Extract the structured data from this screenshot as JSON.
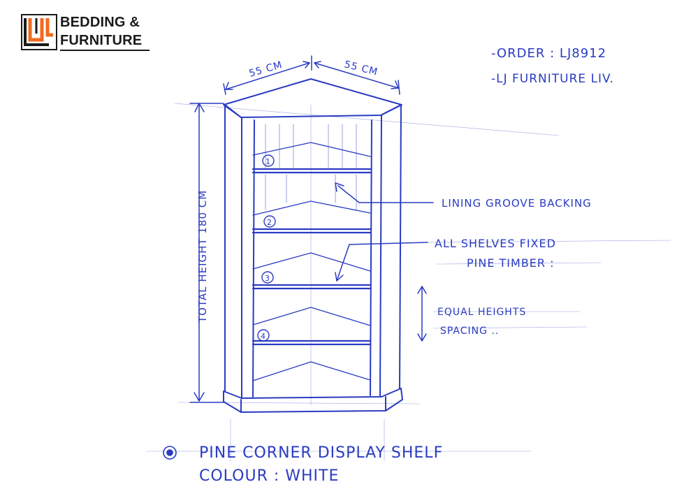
{
  "logo": {
    "line1": "BEDDING &",
    "line2": "FURNITURE",
    "mark_letters": "LJ",
    "colors": {
      "orange": "#f26b1d",
      "dark": "#1a1a1a"
    }
  },
  "order": {
    "line1": "-ORDER : LJ8912",
    "line2": "-LJ FURNITURE LIV."
  },
  "dimensions": {
    "width_left": "55 CM",
    "width_right": "55 CM",
    "height": "TOTAL HEIGHT 180 CM"
  },
  "shelf_numbers": [
    "1",
    "2",
    "3",
    "4"
  ],
  "notes": {
    "backing": "LINING GROOVE BACKING",
    "shelves_line1": "ALL SHELVES FIXED",
    "shelves_line2": "PINE TIMBER :",
    "spacing_line1": "EQUAL HEIGHTS",
    "spacing_line2": "SPACING .."
  },
  "title": {
    "line1": "PINE CORNER DISPLAY SHELF",
    "line2": "COLOUR : WHITE"
  },
  "ink_color": "#2a3bc2"
}
